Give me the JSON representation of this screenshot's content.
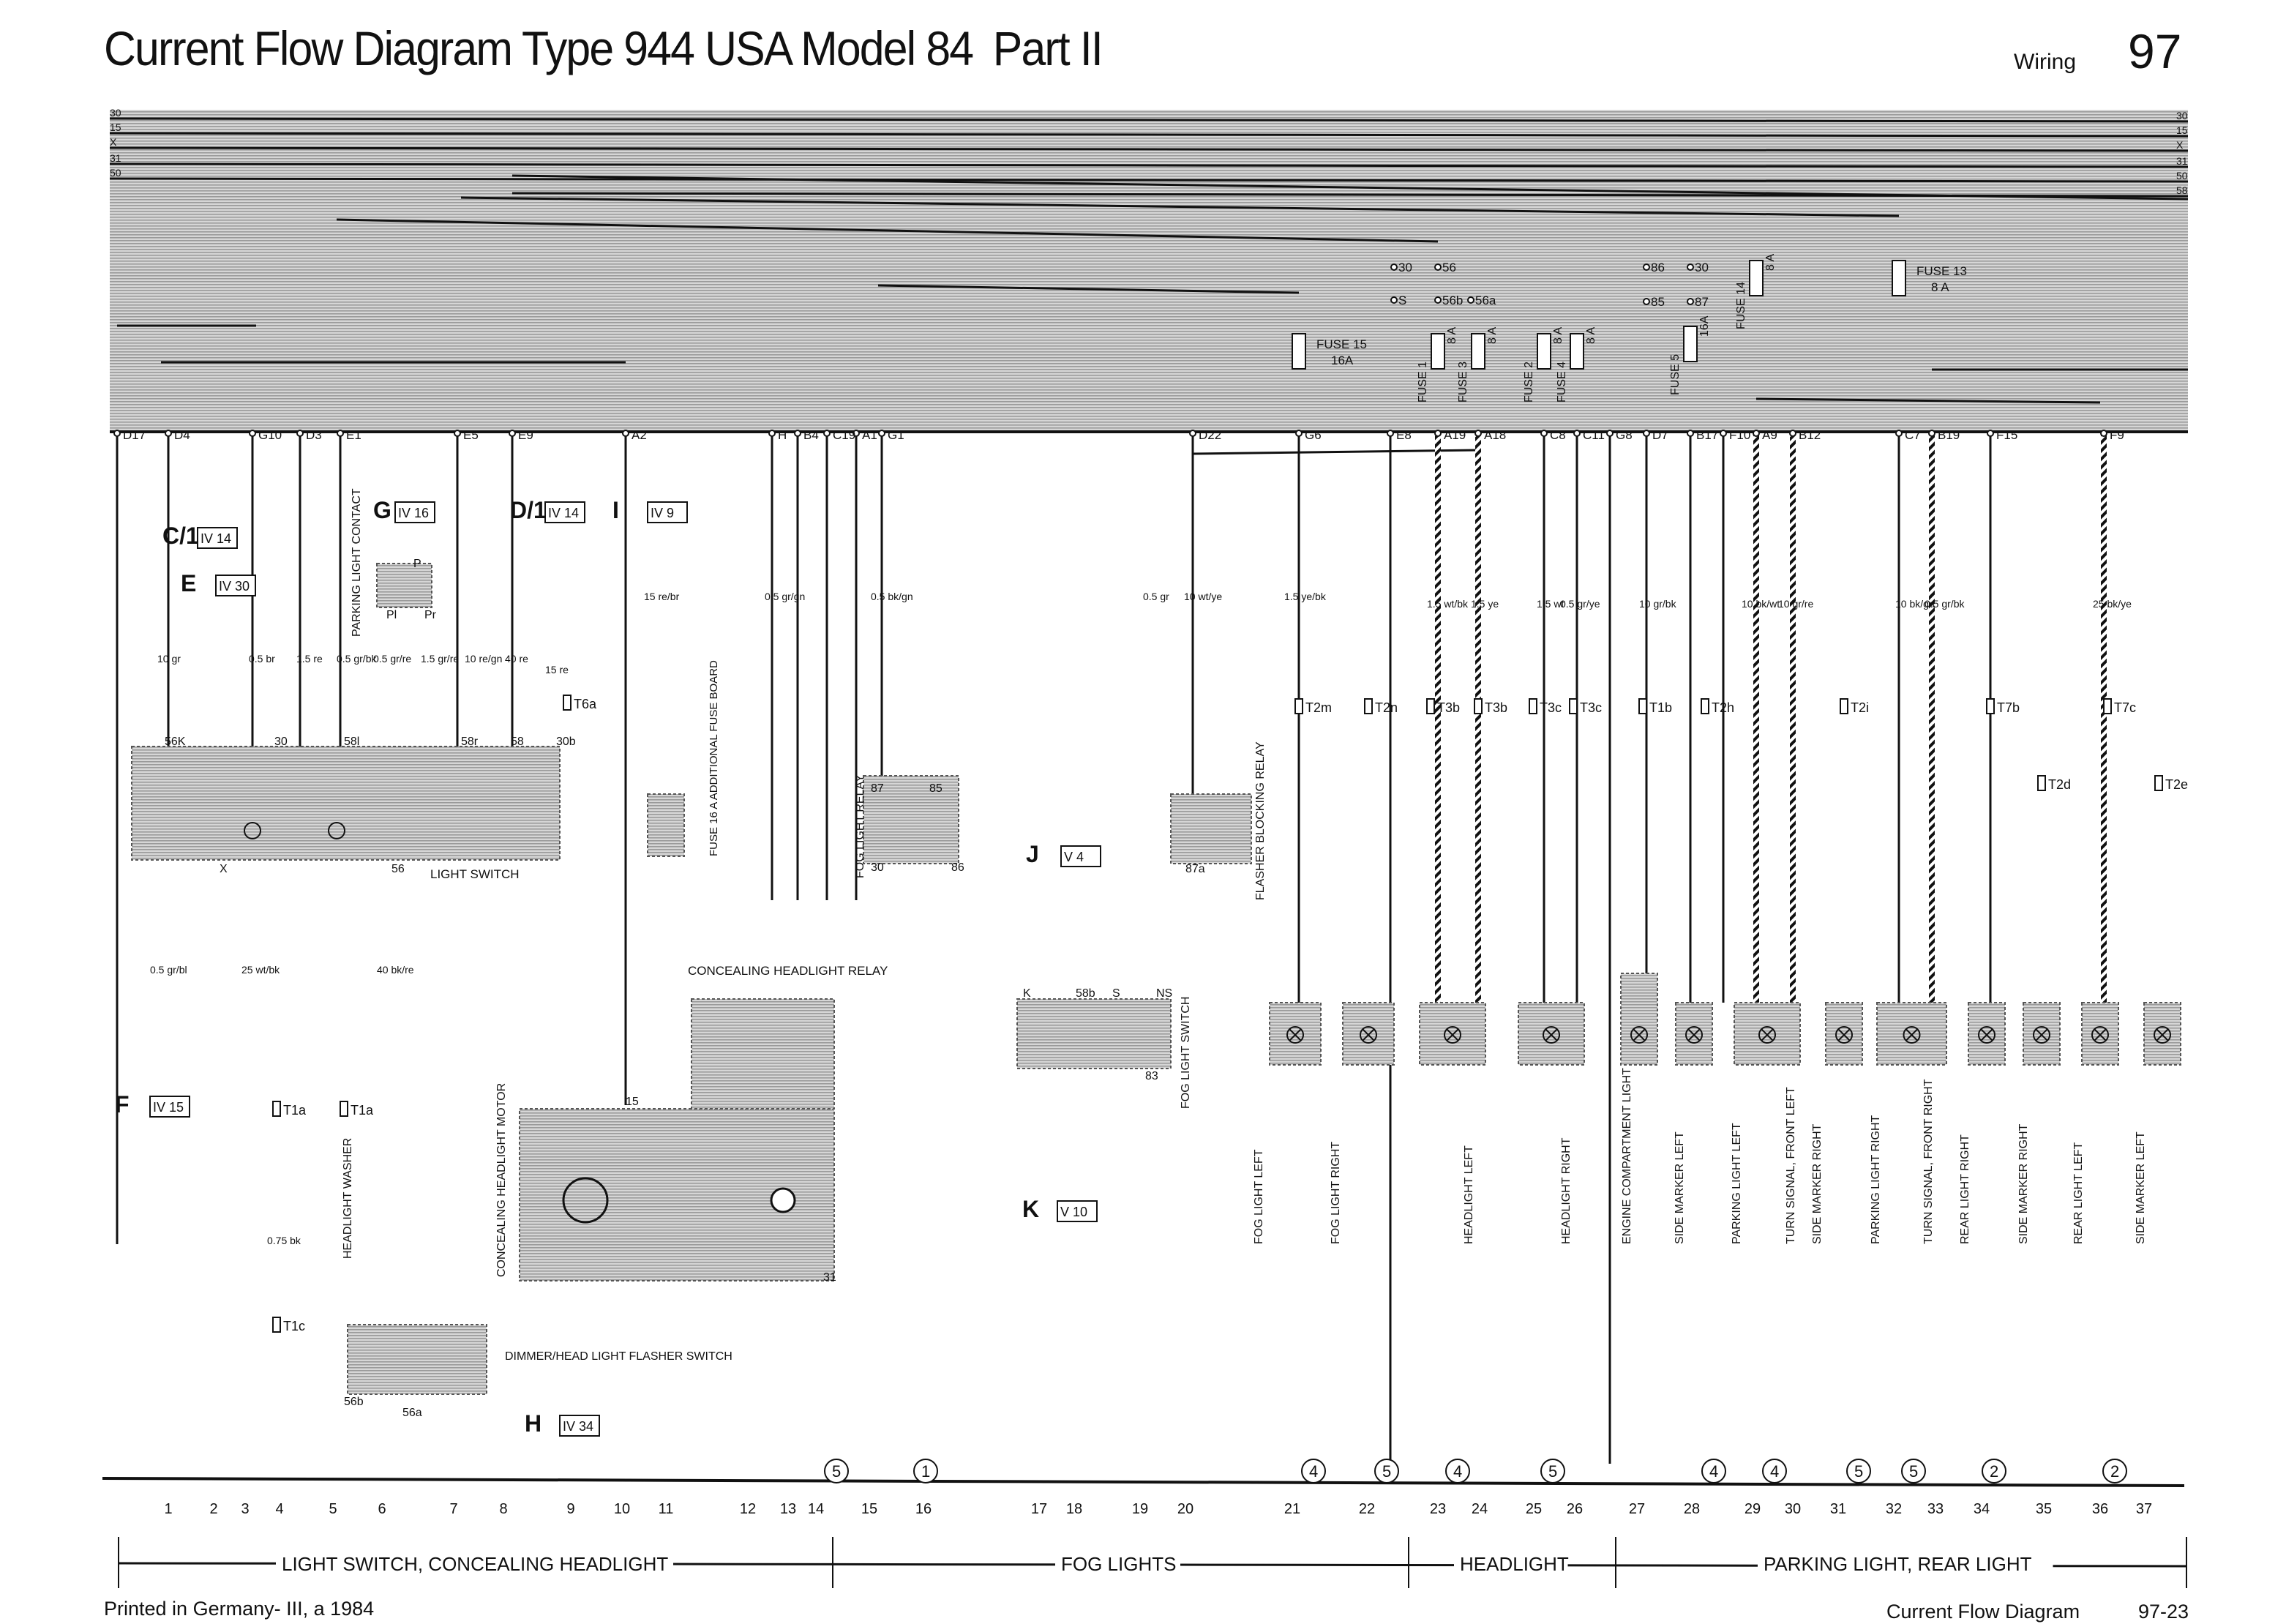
{
  "header": {
    "title": "Current Flow Diagram Type 944 USA  Model 84",
    "part": "Part II",
    "section": "Wiring",
    "page": "97"
  },
  "bus_lines": [
    "30",
    "15",
    "X",
    "31",
    "50",
    "58"
  ],
  "terminals": [
    "D17",
    "D4",
    "G10",
    "D3",
    "E1",
    "E5",
    "E9",
    "A2",
    "H",
    "B4",
    "C19",
    "A1",
    "G1",
    "D22",
    "G6",
    "E8",
    "A19",
    "A18",
    "C8",
    "C11",
    "G8",
    "D7",
    "B17",
    "F10",
    "A9",
    "B12",
    "C7",
    "B19",
    "F15",
    "F9"
  ],
  "fuses": [
    {
      "label": "FUSE 15",
      "rating": "16A"
    },
    {
      "label": "FUSE 1",
      "rating": "8 A"
    },
    {
      "label": "FUSE 3",
      "rating": "8 A"
    },
    {
      "label": "FUSE 2",
      "rating": "8 A"
    },
    {
      "label": "FUSE 4",
      "rating": "8 A"
    },
    {
      "label": "FUSE 5",
      "rating": "16A"
    },
    {
      "label": "FUSE 14",
      "rating": "8 A"
    },
    {
      "label": "FUSE 13",
      "rating": "8 A"
    }
  ],
  "relay_terminals": [
    "30",
    "56",
    "S",
    "56b",
    "56a",
    "86",
    "30",
    "85",
    "87"
  ],
  "references": [
    {
      "label": "C/1",
      "ref": "IV 14"
    },
    {
      "label": "E",
      "ref": "IV 30"
    },
    {
      "label": "G",
      "ref": "IV 16"
    },
    {
      "label": "D/1",
      "ref": "IV 14"
    },
    {
      "label": "I",
      "ref": "IV 9"
    },
    {
      "label": "J",
      "ref": "V 4"
    },
    {
      "label": "K",
      "ref": "V 10"
    },
    {
      "label": "F",
      "ref": "IV 15"
    },
    {
      "label": "H",
      "ref": "IV 34"
    }
  ],
  "components": {
    "light_switch": "LIGHT SWITCH",
    "parking_light_contact": "PARKING LIGHT CONTACT",
    "fuse_16a": "FUSE 16 A ADDITIONAL FUSE BOARD",
    "concealing_relay": "CONCEALING HEADLIGHT RELAY",
    "concealing_motor": "CONCEALING HEADLIGHT MOTOR",
    "fog_light_relay": "FOG LIGHT RELAY",
    "flasher_blocking_relay": "FLASHER BLOCKING RELAY",
    "fog_light_switch": "FOG LIGHT SWITCH",
    "headlight_washer": "HEADLIGHT WASHER",
    "dimmer_switch": "DIMMER/HEAD LIGHT FLASHER SWITCH",
    "lamps": [
      "FOG LIGHT LEFT",
      "FOG LIGHT RIGHT",
      "HEADLIGHT LEFT",
      "HEADLIGHT RIGHT",
      "ENGINE COMPARTMENT LIGHT",
      "SIDE MARKER LEFT",
      "PARKING LIGHT LEFT",
      "TURN SIGNAL, FRONT LEFT",
      "SIDE MARKER RIGHT",
      "PARKING LIGHT RIGHT",
      "TURN SIGNAL, FRONT RIGHT",
      "REAR LIGHT RIGHT",
      "SIDE MARKER RIGHT",
      "REAR LIGHT LEFT",
      "SIDE MARKER LEFT"
    ]
  },
  "switch_terminals": [
    "56K",
    "30",
    "58l",
    "58r",
    "58",
    "30b",
    "X",
    "56",
    "56b",
    "56a",
    "K",
    "58b",
    "S",
    "NS",
    "83",
    "87",
    "85",
    "30",
    "86",
    "87a",
    "31",
    "15",
    "P",
    "Pl",
    "Pr"
  ],
  "wire_labels": [
    "10 gr",
    "0.5 br",
    "1.5 re",
    "0.5 gr/bk",
    "0.5 gr/re",
    "1.5 gr/re",
    "10 re/gn",
    "40 re",
    "15 re",
    "15 re/br",
    "0.5 gr/gn",
    "0.5 bk/gn",
    "0.5 gr",
    "10 wt/ye",
    "1.5 ye/bk",
    "1.5 wt/bk",
    "1.5 ye",
    "1.5 wt",
    "0.5 gr/ye",
    "10 gr/bk",
    "10 bk/wt",
    "10 gr/re",
    "10 bk/gn",
    "0.5 gr/bk",
    "25 bk/ye",
    "0.5 gr/bl",
    "25 wt/bk",
    "40 bk/re",
    "0.75 bk"
  ],
  "connectors": [
    "T2m",
    "T2n",
    "T3b",
    "T3b",
    "T3c",
    "T3c",
    "T1b",
    "T2h",
    "T2i",
    "T7b",
    "T7c",
    "T2d",
    "T2e",
    "T6a",
    "T1a",
    "T1a",
    "T1c"
  ],
  "ground_refs": [
    "5",
    "1",
    "4",
    "5",
    "4",
    "5",
    "4",
    "4",
    "5",
    "5",
    "2",
    "2"
  ],
  "columns": [
    "1",
    "2",
    "3",
    "4",
    "5",
    "6",
    "7",
    "8",
    "9",
    "10",
    "11",
    "12",
    "13",
    "14",
    "15",
    "16",
    "17",
    "18",
    "19",
    "20",
    "21",
    "22",
    "23",
    "24",
    "25",
    "26",
    "27",
    "28",
    "29",
    "30",
    "31",
    "32",
    "33",
    "34",
    "35",
    "36",
    "37"
  ],
  "sections": [
    "LIGHT SWITCH, CONCEALING HEADLIGHT",
    "FOG LIGHTS",
    "HEADLIGHT",
    "PARKING LIGHT, REAR LIGHT"
  ],
  "footer": {
    "printed": "Printed in Germany- III, a 1984",
    "doc": "Current Flow Diagram",
    "page": "97-23"
  }
}
